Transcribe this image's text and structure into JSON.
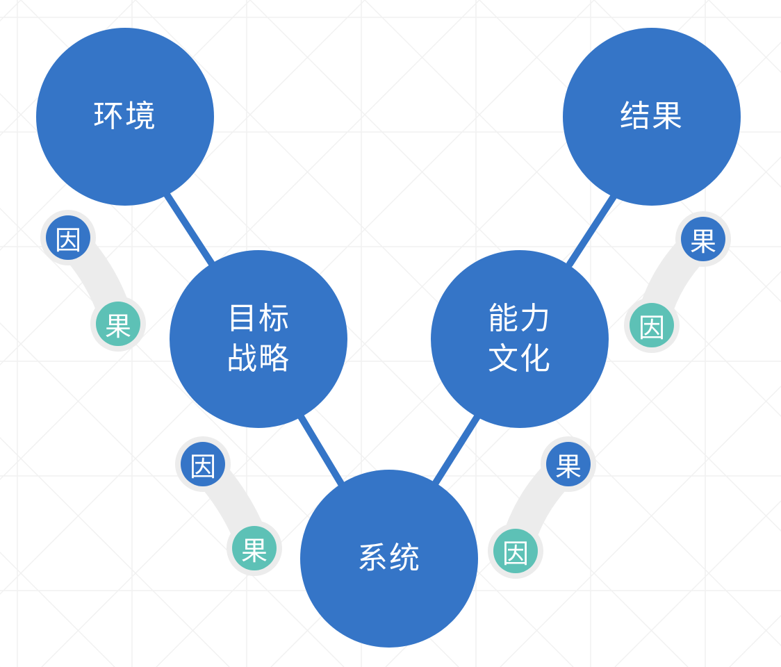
{
  "colors": {
    "node_fill": "#3575c7",
    "edge": "#3575c7",
    "cause_fill": "#3575c7",
    "effect_fill": "#5dc1b6",
    "connector": "#ececec"
  },
  "nodes": [
    {
      "id": "env",
      "label": "环境"
    },
    {
      "id": "goal",
      "label": "目标\n战略"
    },
    {
      "id": "sys",
      "label": "系统"
    },
    {
      "id": "cap",
      "label": "能力\n文化"
    },
    {
      "id": "res",
      "label": "结果"
    }
  ],
  "edges": [
    {
      "from": "env",
      "to": "goal"
    },
    {
      "from": "goal",
      "to": "sys"
    },
    {
      "from": "sys",
      "to": "cap"
    },
    {
      "from": "cap",
      "to": "res"
    }
  ],
  "cause_effect_pairs": [
    {
      "between": [
        "env",
        "goal"
      ],
      "cause": "因",
      "effect": "果"
    },
    {
      "between": [
        "goal",
        "sys"
      ],
      "cause": "因",
      "effect": "果"
    },
    {
      "between": [
        "sys",
        "cap"
      ],
      "cause": "因",
      "effect": "果"
    },
    {
      "between": [
        "cap",
        "res"
      ],
      "cause": "因",
      "effect": "果"
    }
  ]
}
